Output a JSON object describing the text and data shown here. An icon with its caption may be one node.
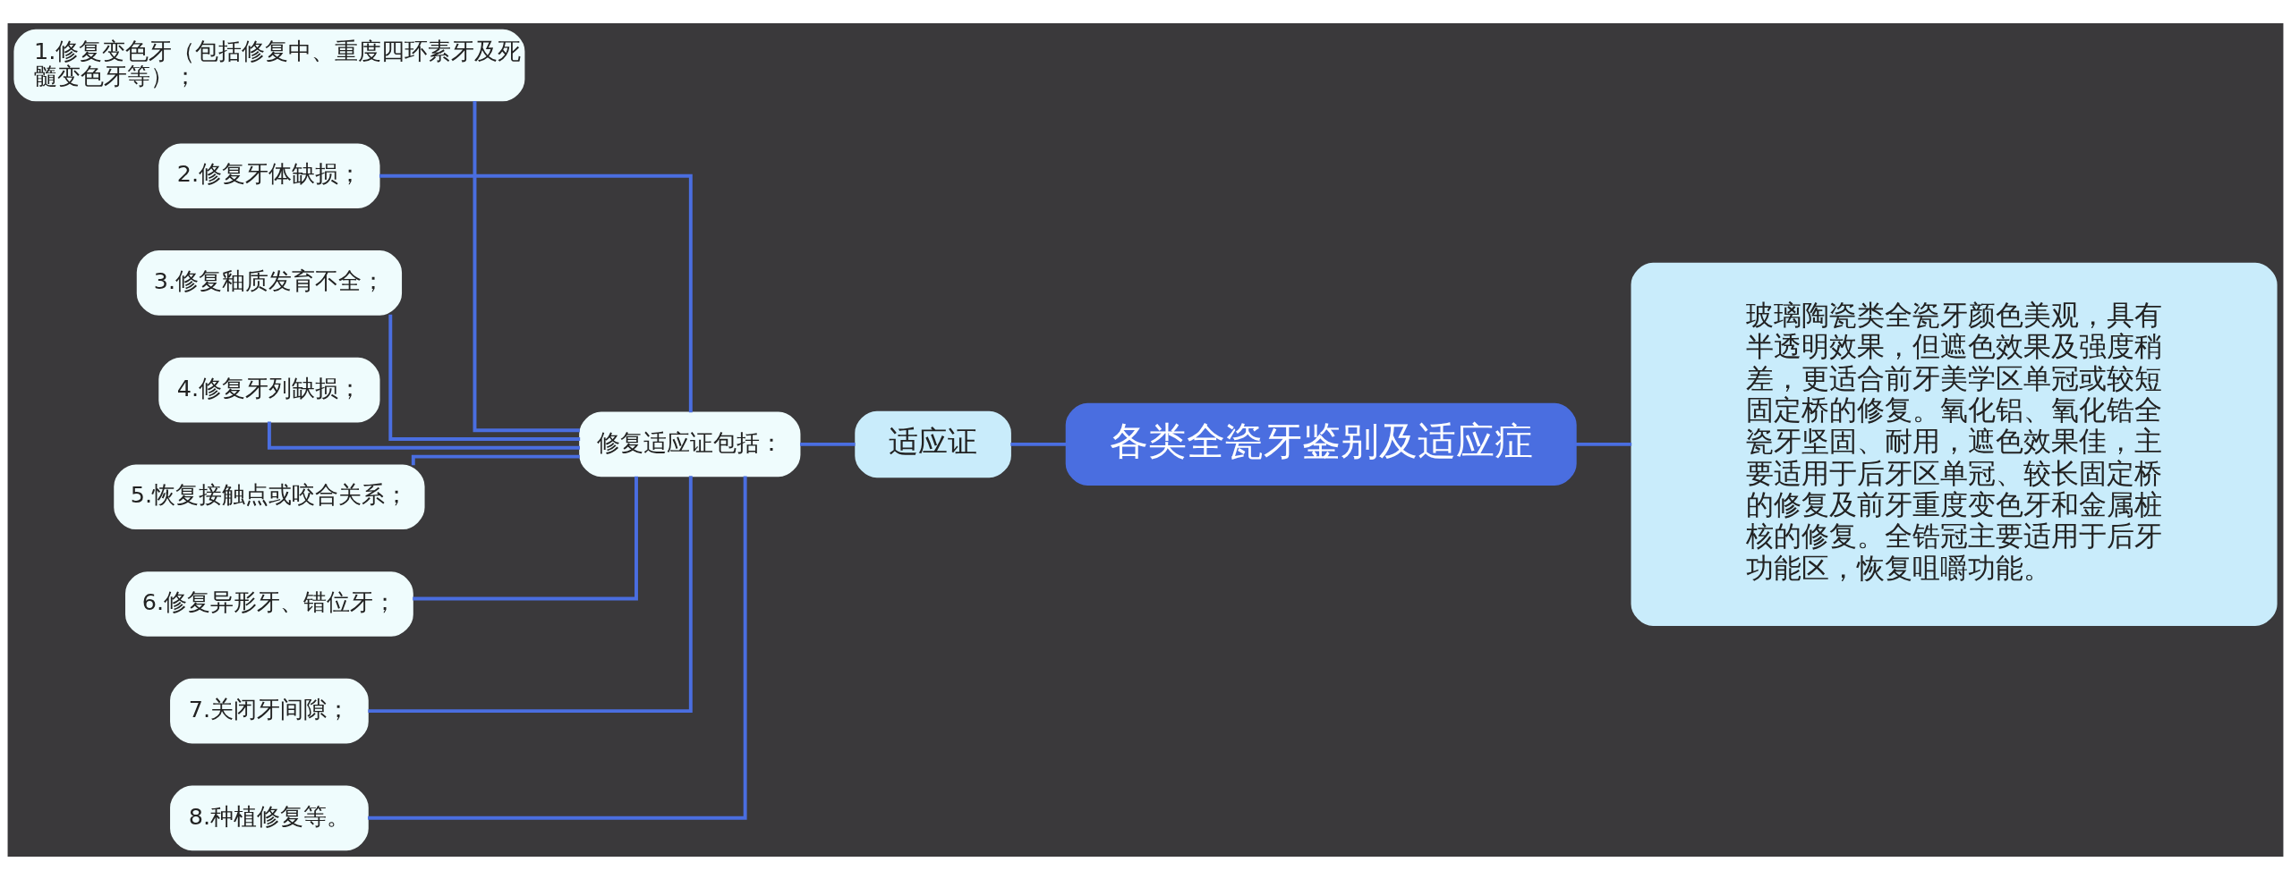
{
  "diagram": {
    "nodes": [
      {
        "text": [
          "各类全瓷牙鉴别及适应症"
        ]
      },
      {
        "text": [
          "玻璃陶瓷类全瓷牙颜色美观，具有半透明效果，但遮色效果及强度稍差，更适合前牙美学区单冠或较短固定桥的修复。氧化铝、氧化锆全瓷牙坚固、耐用，遮色效果佳，主要适用于后牙区单冠、较长固定桥的修复及前牙重度变色牙和金属桩核的修复。全锆冠主要适用于后牙功能区，恢复咀嚼功能。"
        ]
      },
      {
        "text": [
          "适应证"
        ]
      },
      {
        "text": [
          "修复适应证包括："
        ]
      },
      {
        "text": [
          "1.修复变色牙（包括修复中、重度四环素牙及死髓变色牙等）；"
        ]
      },
      {
        "text": [
          "2.修复牙体缺损；"
        ]
      },
      {
        "text": [
          "3.修复釉质发育不全；"
        ]
      },
      {
        "text": [
          "4.修复牙列缺损；"
        ]
      },
      {
        "text": [
          "5.恢复接触点或咬合关系；"
        ]
      },
      {
        "text": [
          "6.修复异形牙、错位牙；"
        ]
      },
      {
        "text": [
          "7.关闭牙间隙；"
        ]
      },
      {
        "text": [
          "8.种植修复等。"
        ]
      }
    ],
    "edges": [
      {
        "from": 0,
        "to": 1,
        "arrow": "none"
      },
      {
        "from": 0,
        "to": 2,
        "arrow": "none"
      },
      {
        "from": 2,
        "to": 3,
        "arrow": "none"
      },
      {
        "from": 3,
        "to": 4,
        "arrow": "none"
      },
      {
        "from": 3,
        "to": 5,
        "arrow": "none"
      },
      {
        "from": 3,
        "to": 6,
        "arrow": "none"
      },
      {
        "from": 3,
        "to": 7,
        "arrow": "none"
      },
      {
        "from": 3,
        "to": 8,
        "arrow": "none"
      },
      {
        "from": 3,
        "to": 9,
        "arrow": "none"
      },
      {
        "from": 3,
        "to": 10,
        "arrow": "none"
      },
      {
        "from": 3,
        "to": 11,
        "arrow": "none"
      }
    ]
  }
}
